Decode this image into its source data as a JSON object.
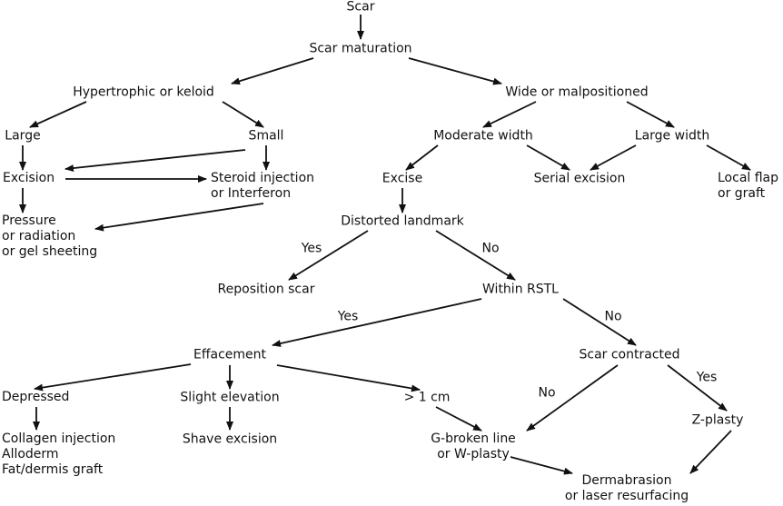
{
  "nodes": {
    "scar": [
      "Scar"
    ],
    "maturation": [
      "Scar maturation"
    ],
    "hypertrophic": [
      "Hypertrophic or keloid"
    ],
    "wide": [
      "Wide or malpositioned"
    ],
    "large": [
      "Large"
    ],
    "small": [
      "Small"
    ],
    "moderate_width": [
      "Moderate width"
    ],
    "large_width": [
      "Large width"
    ],
    "excision": [
      "Excision"
    ],
    "steroid": [
      "Steroid injection",
      "or Interferon"
    ],
    "excise": [
      "Excise"
    ],
    "serial_excision": [
      "Serial excision"
    ],
    "local_flap": [
      "Local flap",
      "or graft"
    ],
    "pressure": [
      "Pressure",
      "or radiation",
      "or gel sheeting"
    ],
    "distorted": [
      "Distorted landmark"
    ],
    "reposition": [
      "Reposition scar"
    ],
    "within_rstl": [
      "Within RSTL"
    ],
    "effacement": [
      "Effacement"
    ],
    "scar_contracted": [
      "Scar contracted"
    ],
    "depressed": [
      "Depressed"
    ],
    "slight_elevation": [
      "Slight elevation"
    ],
    "gt1cm": [
      "> 1 cm"
    ],
    "collagen": [
      "Collagen injection",
      "Alloderm",
      "Fat/dermis graft"
    ],
    "shave": [
      "Shave excision"
    ],
    "gbroken": [
      "G-broken line",
      "or W-plasty"
    ],
    "zplasty": [
      "Z-plasty"
    ],
    "dermabrasion": [
      "Dermabrasion",
      "or laser resurfacing"
    ]
  },
  "edge_labels": {
    "distorted_yes": "Yes",
    "distorted_no": "No",
    "rstl_yes": "Yes",
    "rstl_no": "No",
    "contracted_no": "No",
    "contracted_yes": "Yes"
  },
  "colors": {
    "ink": "#111111",
    "background": "#ffffff"
  }
}
